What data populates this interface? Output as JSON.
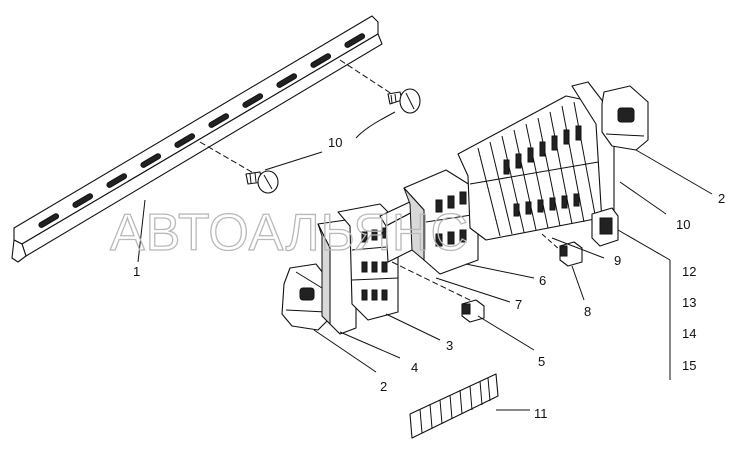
{
  "watermark": "АВТОАЛЬЯНС",
  "callouts": {
    "rail": "1",
    "end_clamp_right": "2",
    "end_clamp_left": "2",
    "terminal_block_small": "3",
    "end_plate": "4",
    "plug_small": "5",
    "terminal_block_mid": "6",
    "jumper_bar": "7",
    "plug_large": "8",
    "terminal_block_large": "9",
    "screw_upper": "10",
    "screw_right": "10",
    "marker_strip": "11",
    "group_label_12": "12",
    "group_label_13": "13",
    "group_label_14": "14",
    "group_label_15": "15"
  }
}
